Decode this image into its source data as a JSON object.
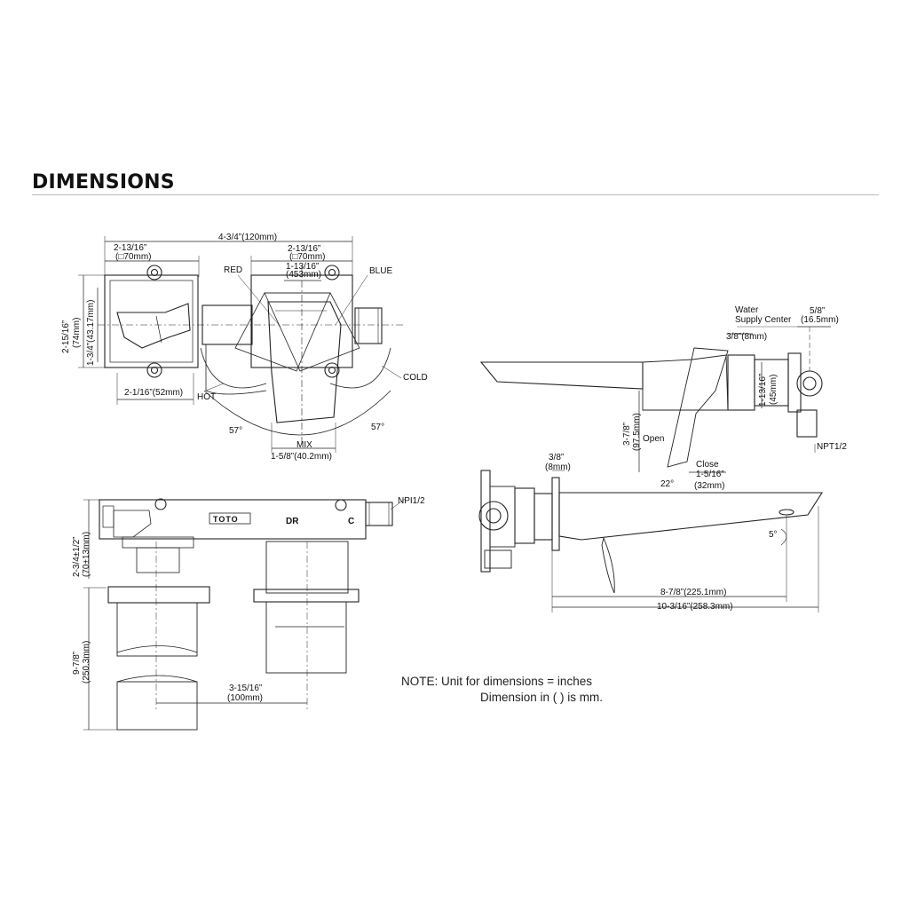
{
  "heading": "DIMENSIONS",
  "note": {
    "line1": "NOTE: Unit for dimensions = inches",
    "line2": "Dimension in ( ) is mm."
  },
  "top_view": {
    "overall_width": "4-3/4”(120mm)",
    "plate_left_width": "2-13/16”",
    "plate_left_width_mm": "(□70mm)",
    "plate_right_width": "2-13/16”",
    "plate_right_width_mm": "(□70mm)",
    "handle_width": "1-13/16”",
    "handle_width_mm": "(453mm)",
    "label_red": "RED",
    "label_blue": "BLUE",
    "label_hot": "HOT",
    "label_cold": "COLD",
    "label_mix": "MIX",
    "angle_left": "57°",
    "angle_right": "57°",
    "height_outer": "2-15/16”",
    "height_outer_mm": "(74mm)",
    "height_inner": "1-3/4”(43.17mm)",
    "bottom_width": "2-1/16”(52mm)",
    "mix_width": "1-5/8”(40.2mm)"
  },
  "front_view": {
    "brand": "TOTO",
    "mark_dr": "DR",
    "mark_c": "C",
    "npt": "NPI1/2",
    "depth": "2-3/4±1/2”",
    "depth_mm": "(70±13mm)",
    "total_height": "9-7/8”",
    "total_height_mm": "(250.3mm)",
    "spacing": "3-15/16”",
    "spacing_mm": "(100mm)"
  },
  "side_view": {
    "water_supply": "Water",
    "water_supply_2": "Supply Center",
    "supply_offset": "5/8”",
    "supply_offset_mm": "(16.5mm)",
    "wall_gap": "3/8”(8mm)",
    "body_height": "1-13/16”",
    "body_height_mm": "(45mm)",
    "spout_height": "3-7/8”",
    "spout_height_mm": "(97.5mm)",
    "open": "Open",
    "close": "Close",
    "close_depth": "1-5/16”",
    "close_depth_mm": "(32mm)",
    "handle_angle": "22°",
    "npt": "NPT1/2"
  },
  "bottom_view": {
    "wall_gap": "3/8”",
    "wall_gap_mm": "(8mm)",
    "spout_angle": "5°",
    "reach": "8-7/8”(225.1mm)",
    "overall": "10-3/16”(258.3mm)"
  }
}
